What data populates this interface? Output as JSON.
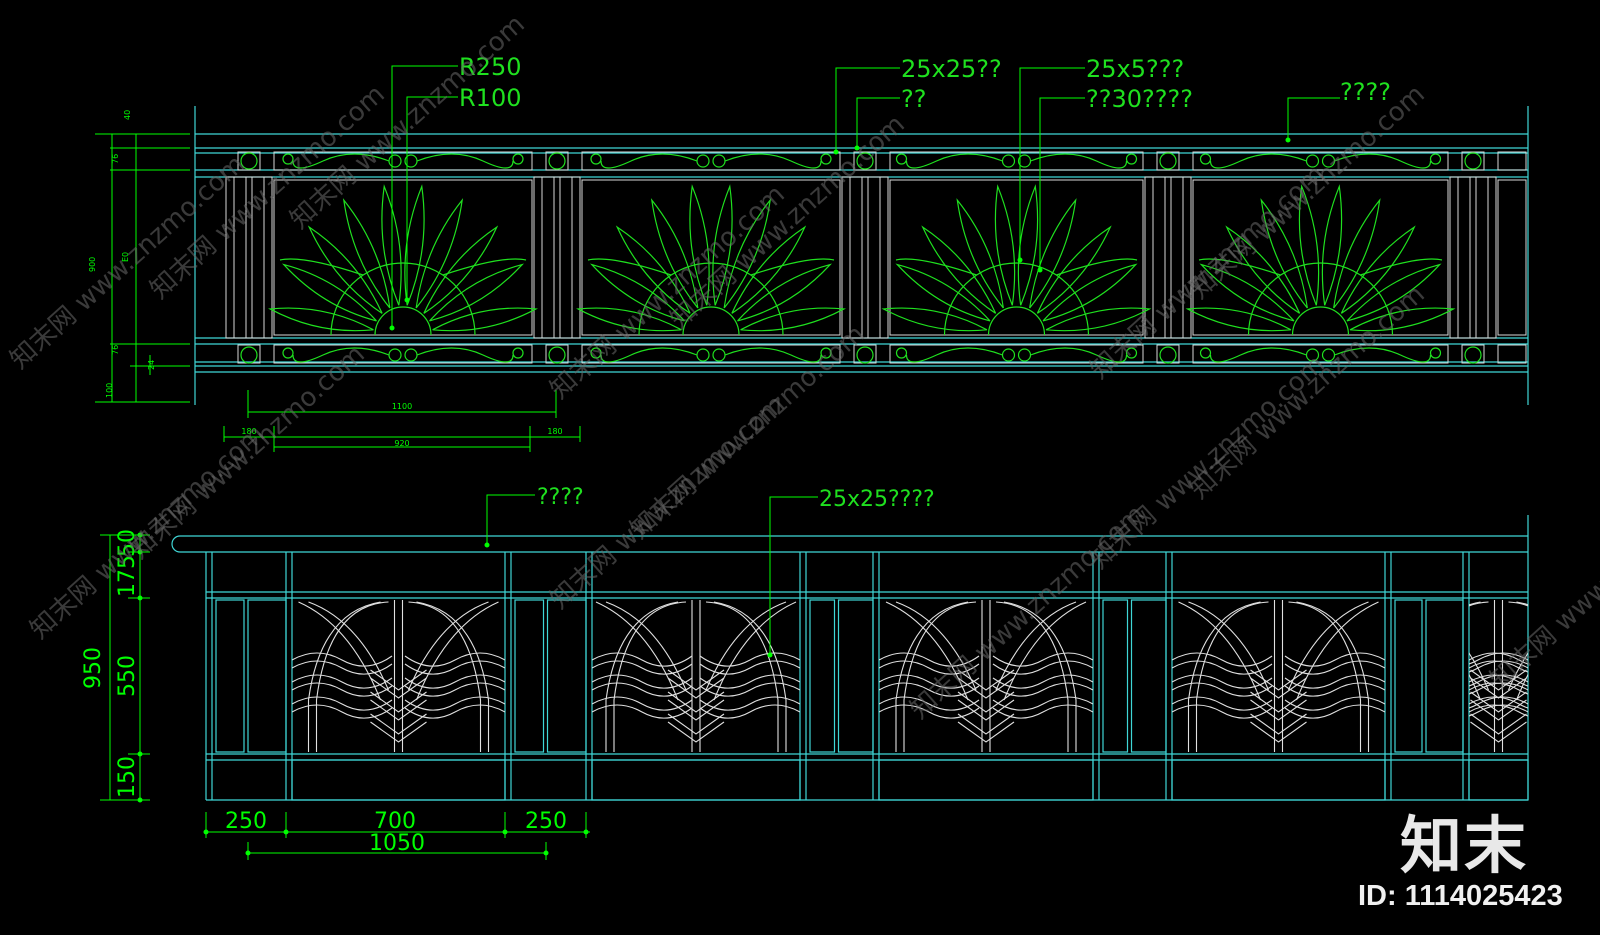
{
  "colors": {
    "background": "#000000",
    "dimension": "#00ff00",
    "frame_cyan": "#3fd6d6",
    "ornament_green": "#1fe01f",
    "ornament_white": "#e0e0e0",
    "watermark": "#6a6a6a"
  },
  "top_drawing": {
    "callouts": [
      "R250",
      "R100",
      "25x25??",
      "??",
      "25x5???",
      "??30????",
      "????"
    ],
    "vertical_dims": {
      "total": "900",
      "rail_top": "40",
      "band_top": "76",
      "panel": "E0",
      "band_bottom": "76",
      "small": "24",
      "base": "100"
    },
    "horizontal_dims": {
      "overall": "1100",
      "left_post": "180",
      "panel": "920",
      "right_post": "180"
    }
  },
  "bottom_drawing": {
    "callouts": [
      "????",
      "25x25????"
    ],
    "vertical_dims": {
      "total": "950",
      "top_gap": "50",
      "upper": "175",
      "panel": "550",
      "bottom": "150"
    },
    "horizontal_dims": {
      "left": "250",
      "panel": "700",
      "right": "250",
      "overall": "1050"
    }
  },
  "watermark_text": "www.znzmo.com",
  "watermark_cn": "知末网",
  "logo_text": "知末",
  "image_id": "ID: 1114025423"
}
